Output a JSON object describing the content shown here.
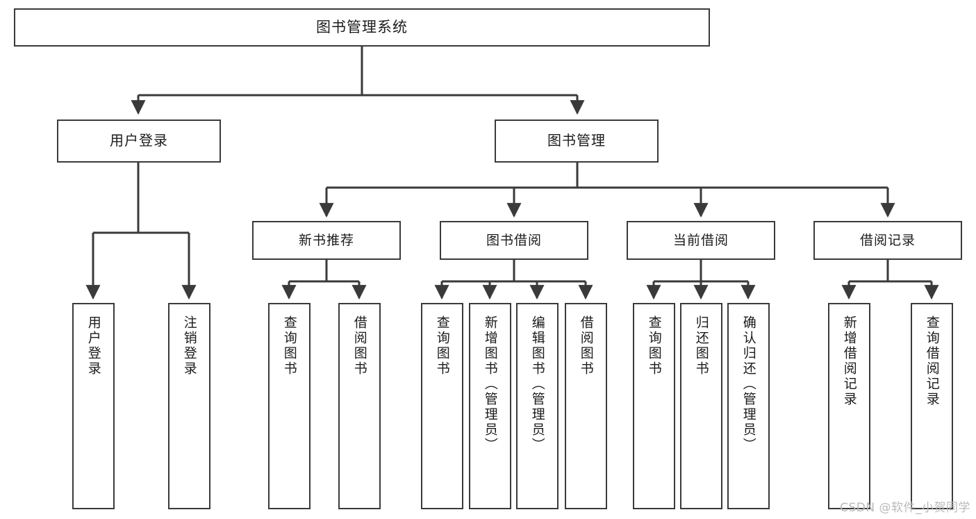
{
  "diagram": {
    "title": "图书管理系统",
    "type": "tree-hierarchy",
    "watermark": "CSDN @软件_小贺同学",
    "colors": {
      "box_border": "#3a3a3a",
      "line": "#3a3a3a",
      "background": "#ffffff",
      "text": "#1b1b1b",
      "watermark": "#b9b9b9"
    },
    "nodes": {
      "root": {
        "label": "图书管理系统"
      },
      "level2": [
        {
          "id": "user-login",
          "label": "用户登录"
        },
        {
          "id": "book-manage",
          "label": "图书管理"
        }
      ],
      "level3": [
        {
          "id": "new-book-recommend",
          "label": "新书推荐"
        },
        {
          "id": "book-borrow",
          "label": "图书借阅"
        },
        {
          "id": "current-borrow",
          "label": "当前借阅"
        },
        {
          "id": "borrow-record",
          "label": "借阅记录"
        }
      ],
      "leaves": {
        "user_login": [
          {
            "id": "leaf-user-login",
            "label": "用户登录"
          },
          {
            "id": "leaf-logout-login",
            "label": "注销登录"
          }
        ],
        "new_book_recommend": [
          {
            "id": "leaf-query-book-1",
            "label": "查询图书"
          },
          {
            "id": "leaf-borrow-book-1",
            "label": "借阅图书"
          }
        ],
        "book_borrow": [
          {
            "id": "leaf-query-book-2",
            "label": "查询图书"
          },
          {
            "id": "leaf-add-book",
            "label": "新增图书（管理员）"
          },
          {
            "id": "leaf-edit-book",
            "label": "编辑图书（管理员）"
          },
          {
            "id": "leaf-borrow-book-2",
            "label": "借阅图书"
          }
        ],
        "current_borrow": [
          {
            "id": "leaf-query-book-3",
            "label": "查询图书"
          },
          {
            "id": "leaf-return-book",
            "label": "归还图书"
          },
          {
            "id": "leaf-confirm-return",
            "label": "确认归还（管理员）"
          }
        ],
        "borrow_record": [
          {
            "id": "leaf-add-record",
            "label": "新增借阅记录"
          },
          {
            "id": "leaf-query-record",
            "label": "查询借阅记录"
          }
        ]
      }
    }
  }
}
